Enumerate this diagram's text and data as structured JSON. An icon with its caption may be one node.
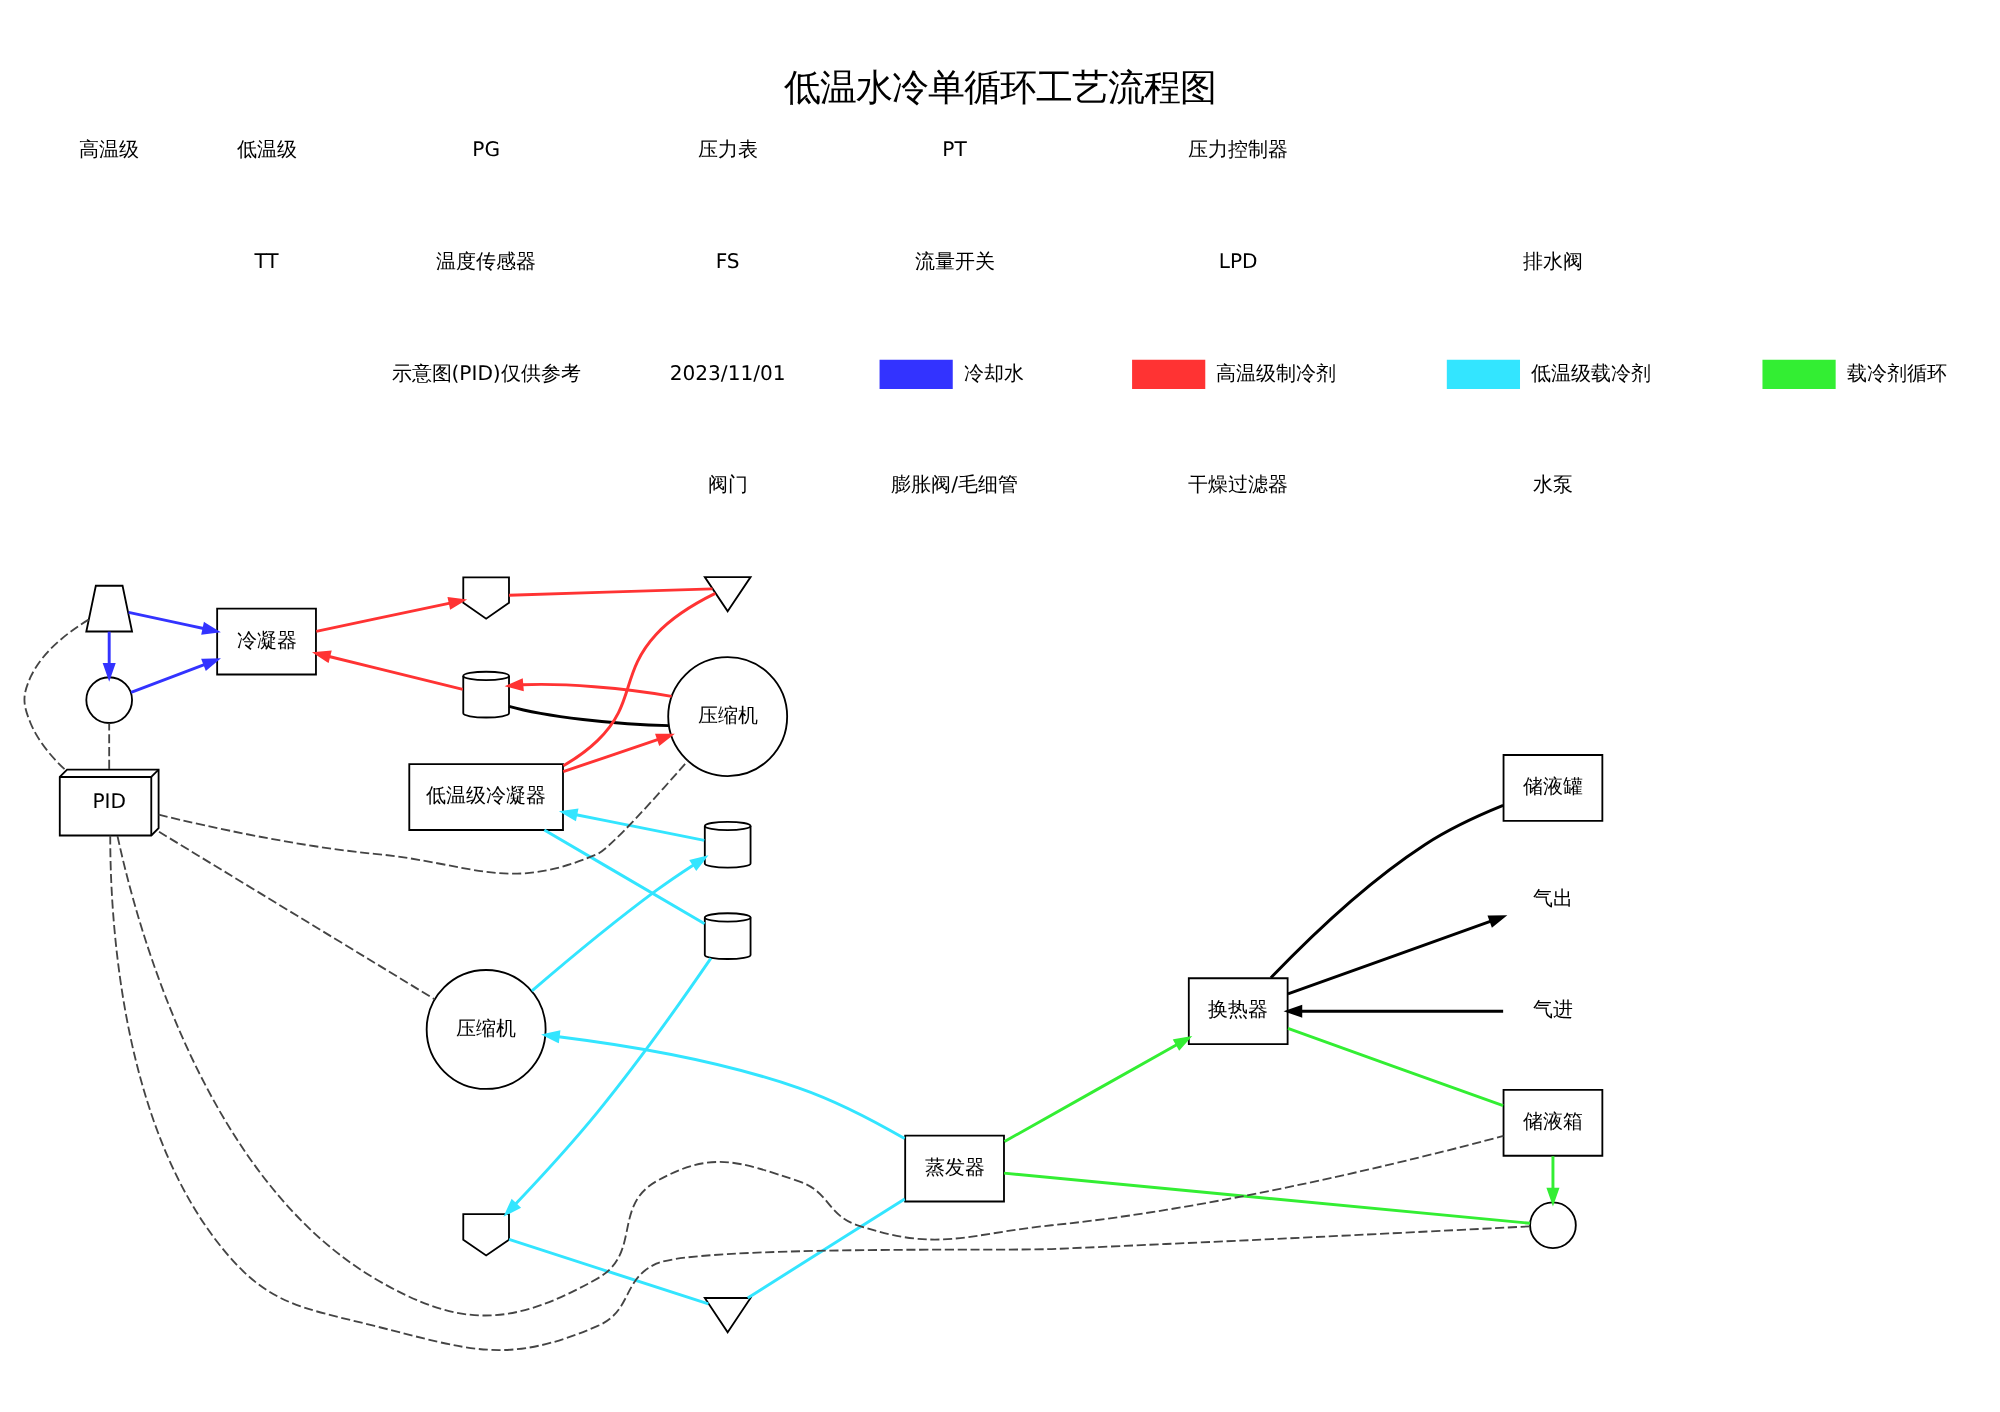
{
  "diagram": {
    "title": "低温水冷单循环工艺流程图",
    "nodes": [
      {
        "text": [],
        "shape": "picture"
      },
      {
        "text": [],
        "shape": "circle"
      },
      {
        "text": [
          "冷凝器"
        ]
      },
      {
        "text": [],
        "shape": "cylinder"
      },
      {
        "text": [
          "压缩机"
        ]
      },
      {
        "text": [
          "低温级冷凝器"
        ]
      },
      {
        "text": [],
        "shape": "cup"
      },
      {
        "text": [],
        "shape": "valve"
      },
      {
        "text": [],
        "shape": "cylinder"
      },
      {
        "text": [
          "压缩机"
        ]
      },
      {
        "text": [],
        "shape": "cylinder"
      },
      {
        "text": [],
        "shape": "cup"
      },
      {
        "text": [],
        "shape": "valve"
      },
      {
        "text": [
          "蒸发器"
        ]
      },
      {
        "text": [],
        "shape": "circle"
      },
      {
        "text": [
          "储液箱"
        ]
      },
      {
        "text": [
          "换热器"
        ]
      },
      {
        "text": [
          "储液罐"
        ]
      },
      {
        "text": [
          "气出"
        ]
      },
      {
        "text": [
          "气进"
        ]
      },
      {
        "text": [
          "PID"
        ]
      }
    ],
    "edges": [
      {
        "from": 0,
        "to": 2,
        "arrow": "to",
        "color": "#3333ff"
      },
      {
        "from": 0,
        "to": 1,
        "arrow": "to",
        "color": "#3333ff"
      },
      {
        "from": 1,
        "to": 2,
        "arrow": "to",
        "color": "#3333ff"
      },
      {
        "from": 4,
        "to": 3,
        "arrow": "to",
        "color": "#ff3333"
      },
      {
        "from": 3,
        "to": 2,
        "arrow": "to",
        "color": "#ff3333"
      },
      {
        "from": 3,
        "to": 4,
        "arrow": "none",
        "color": "#000000"
      },
      {
        "from": 2,
        "to": 6,
        "arrow": "to",
        "color": "#ff3333"
      },
      {
        "from": 6,
        "to": 7,
        "arrow": "none",
        "color": "#ff3333"
      },
      {
        "from": 7,
        "to": 5,
        "arrow": "none",
        "color": "#ff3333"
      },
      {
        "from": 5,
        "to": 4,
        "arrow": "to",
        "color": "#ff3333"
      },
      {
        "from": 9,
        "to": 8,
        "arrow": "to",
        "color": "#33e5ff"
      },
      {
        "from": 8,
        "to": 5,
        "arrow": "to",
        "color": "#33e5ff"
      },
      {
        "from": 5,
        "to": 10,
        "arrow": "none",
        "color": "#33e5ff"
      },
      {
        "from": 10,
        "to": 11,
        "arrow": "to",
        "color": "#33e5ff"
      },
      {
        "from": 11,
        "to": 12,
        "arrow": "none",
        "color": "#33e5ff"
      },
      {
        "from": 12,
        "to": 13,
        "arrow": "none",
        "color": "#33e5ff"
      },
      {
        "from": 13,
        "to": 9,
        "arrow": "to",
        "color": "#33e5ff"
      },
      {
        "from": 13,
        "to": 16,
        "arrow": "to",
        "color": "#33ee33"
      },
      {
        "from": 16,
        "to": 15,
        "arrow": "none",
        "color": "#33ee33"
      },
      {
        "from": 15,
        "to": 14,
        "arrow": "to",
        "color": "#33ee33"
      },
      {
        "from": 14,
        "to": 13,
        "arrow": "none",
        "color": "#33ee33"
      },
      {
        "from": 16,
        "to": 18,
        "arrow": "to",
        "color": "#000000"
      },
      {
        "from": 19,
        "to": 16,
        "arrow": "to",
        "color": "#000000"
      },
      {
        "from": 16,
        "to": 17,
        "arrow": "none",
        "color": "#000000"
      },
      {
        "from": 20,
        "to": 0,
        "arrow": "none",
        "style": "dashed",
        "color": "#444444"
      },
      {
        "from": 20,
        "to": 1,
        "arrow": "none",
        "style": "dashed",
        "color": "#444444"
      },
      {
        "from": 20,
        "to": 4,
        "arrow": "none",
        "style": "dashed",
        "color": "#444444"
      },
      {
        "from": 20,
        "to": 9,
        "arrow": "none",
        "style": "dashed",
        "color": "#444444"
      },
      {
        "from": 20,
        "to": 14,
        "arrow": "none",
        "style": "dashed",
        "color": "#444444"
      },
      {
        "from": 20,
        "to": 15,
        "arrow": "none",
        "style": "dashed",
        "color": "#444444"
      }
    ],
    "labels": [
      "高温级",
      "低温级",
      "PG",
      "压力表",
      "PT",
      "压力控制器",
      "TT",
      "温度传感器",
      "FS",
      "流量开关",
      "LPD",
      "排水阀",
      "示意图(PID)仅供参考",
      "2023/11/01"
    ],
    "legend": [
      {
        "text": "冷却水",
        "color": "#3333ff"
      },
      {
        "text": "高温级制冷剂",
        "color": "#ff3333"
      },
      {
        "text": "低温级载冷剂",
        "color": "#33e5ff"
      },
      {
        "text": "载冷剂循环",
        "color": "#33ee33"
      },
      {
        "text": "阀门"
      },
      {
        "text": "膨胀阀/毛细管"
      },
      {
        "text": "干燥过滤器"
      },
      {
        "text": "水泵"
      }
    ]
  }
}
